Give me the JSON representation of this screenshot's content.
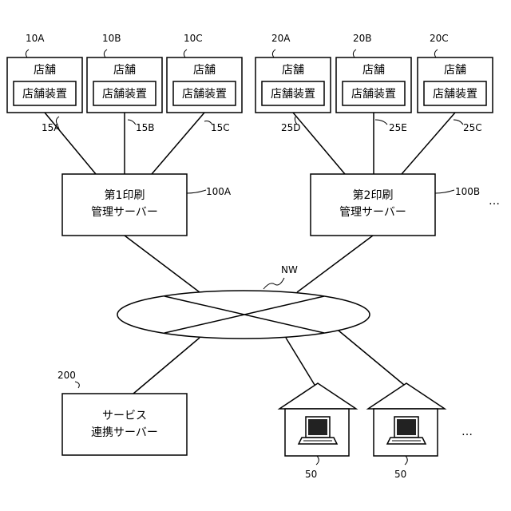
{
  "store_label": "店舗",
  "store_device_label": "店舗装置",
  "stores": [
    {
      "ref": "10A",
      "line_ref": "15A"
    },
    {
      "ref": "10B",
      "line_ref": "15B"
    },
    {
      "ref": "10C",
      "line_ref": "15C"
    },
    {
      "ref": "20A",
      "line_ref": "25D"
    },
    {
      "ref": "20B",
      "line_ref": "25E"
    },
    {
      "ref": "20C",
      "line_ref": "25C"
    }
  ],
  "servers": [
    {
      "line1": "第1印刷",
      "line2": "管理サーバー",
      "ref": "100A"
    },
    {
      "line1": "第2印刷",
      "line2": "管理サーバー",
      "ref": "100B"
    }
  ],
  "network_label": "NW",
  "service_server": {
    "line1": "サービス",
    "line2": "連携サーバー",
    "ref": "200"
  },
  "terminals": [
    {
      "ref": "50"
    },
    {
      "ref": "50"
    }
  ],
  "more_marks": [
    "…",
    "…"
  ]
}
